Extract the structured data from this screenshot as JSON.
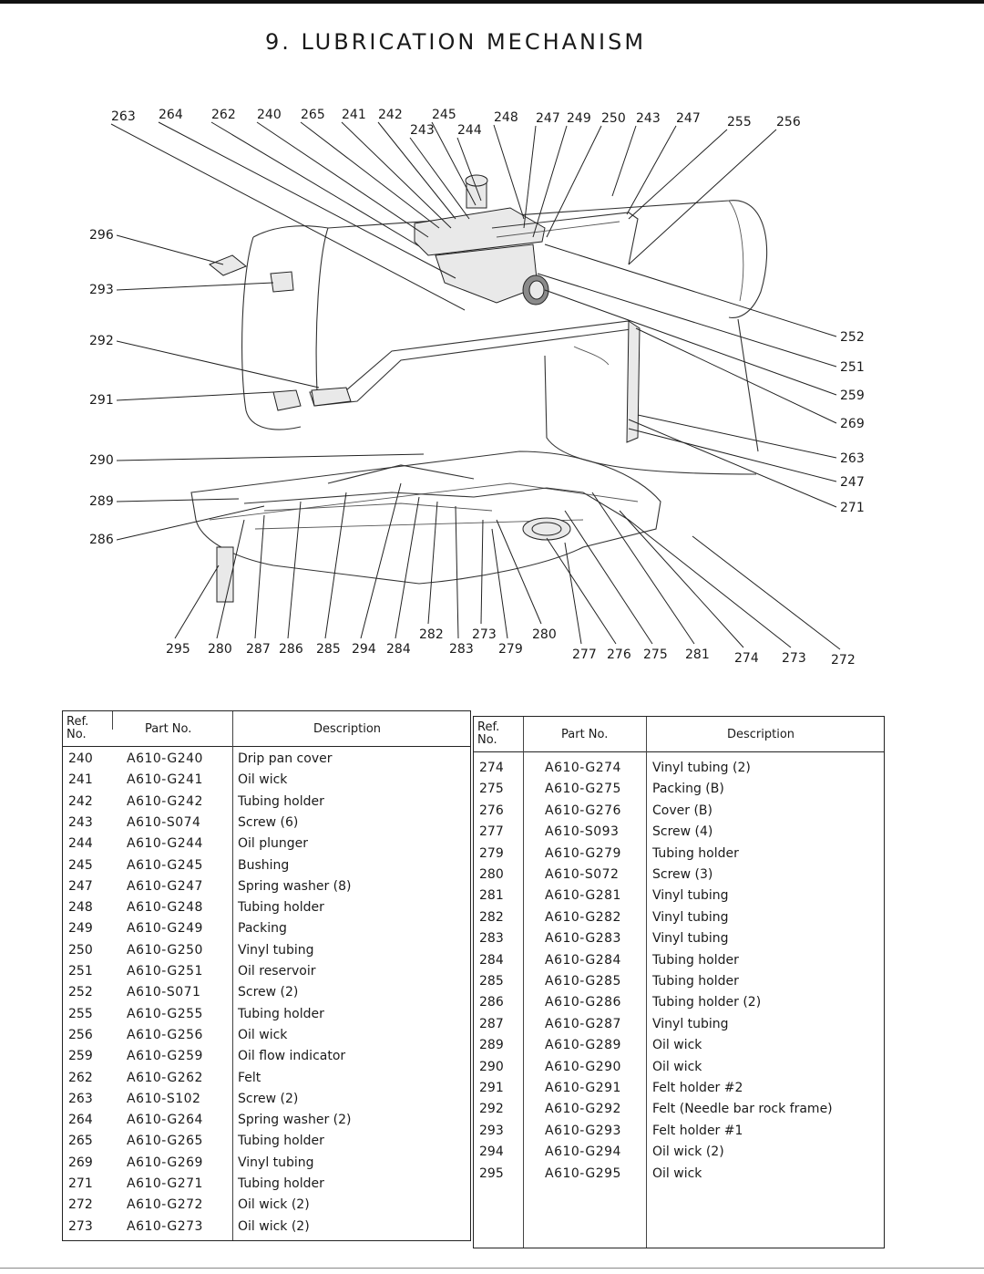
{
  "page": {
    "title": "9. LUBRICATION MECHANISM"
  },
  "diagram": {
    "labels": {
      "top": [
        "263",
        "264",
        "262",
        "240",
        "265",
        "241",
        "242",
        "245",
        "243",
        "244",
        "248",
        "247",
        "249",
        "250",
        "243",
        "247",
        "255",
        "256"
      ],
      "left": [
        "296",
        "293",
        "292",
        "291",
        "290",
        "289",
        "286"
      ],
      "right": [
        "252",
        "251",
        "259",
        "269",
        "263",
        "247",
        "271"
      ],
      "bottom": [
        "295",
        "280",
        "287",
        "286",
        "285",
        "294",
        "284",
        "282",
        "283",
        "273",
        "279",
        "280",
        "277",
        "276",
        "275",
        "281",
        "274",
        "273",
        "272"
      ]
    }
  },
  "table": {
    "headers": {
      "ref": "Ref.",
      "no": "No.",
      "part": "Part No.",
      "desc": "Description"
    },
    "left": [
      {
        "ref": "240",
        "part": "A610-G240",
        "desc": "Drip pan cover"
      },
      {
        "ref": "241",
        "part": "A610-G241",
        "desc": "Oil wick"
      },
      {
        "ref": "242",
        "part": "A610-G242",
        "desc": "Tubing holder"
      },
      {
        "ref": "243",
        "part": "A610-S074",
        "desc": "Screw (6)"
      },
      {
        "ref": "244",
        "part": "A610-G244",
        "desc": "Oil plunger"
      },
      {
        "ref": "245",
        "part": "A610-G245",
        "desc": "Bushing"
      },
      {
        "ref": "247",
        "part": "A610-G247",
        "desc": "Spring washer (8)"
      },
      {
        "ref": "248",
        "part": "A610-G248",
        "desc": "Tubing holder"
      },
      {
        "ref": "249",
        "part": "A610-G249",
        "desc": "Packing"
      },
      {
        "ref": "250",
        "part": "A610-G250",
        "desc": "Vinyl tubing"
      },
      {
        "ref": "251",
        "part": "A610-G251",
        "desc": "Oil reservoir"
      },
      {
        "ref": "252",
        "part": "A610-S071",
        "desc": "Screw (2)"
      },
      {
        "ref": "255",
        "part": "A610-G255",
        "desc": "Tubing holder"
      },
      {
        "ref": "256",
        "part": "A610-G256",
        "desc": "Oil wick"
      },
      {
        "ref": "259",
        "part": "A610-G259",
        "desc": "Oil flow indicator"
      },
      {
        "ref": "262",
        "part": "A610-G262",
        "desc": "Felt"
      },
      {
        "ref": "263",
        "part": "A610-S102",
        "desc": "Screw (2)"
      },
      {
        "ref": "264",
        "part": "A610-G264",
        "desc": "Spring washer (2)"
      },
      {
        "ref": "265",
        "part": "A610-G265",
        "desc": "Tubing holder"
      },
      {
        "ref": "269",
        "part": "A610-G269",
        "desc": "Vinyl tubing"
      },
      {
        "ref": "271",
        "part": "A610-G271",
        "desc": "Tubing holder"
      },
      {
        "ref": "272",
        "part": "A610-G272",
        "desc": "Oil wick (2)"
      },
      {
        "ref": "273",
        "part": "A610-G273",
        "desc": "Oil wick (2)"
      }
    ],
    "right": [
      {
        "ref": "274",
        "part": "A610-G274",
        "desc": "Vinyl tubing (2)"
      },
      {
        "ref": "275",
        "part": "A610-G275",
        "desc": "Packing (B)"
      },
      {
        "ref": "276",
        "part": "A610-G276",
        "desc": "Cover (B)"
      },
      {
        "ref": "277",
        "part": "A610-S093",
        "desc": "Screw (4)"
      },
      {
        "ref": "279",
        "part": "A610-G279",
        "desc": "Tubing holder"
      },
      {
        "ref": "280",
        "part": "A610-S072",
        "desc": "Screw (3)"
      },
      {
        "ref": "281",
        "part": "A610-G281",
        "desc": "Vinyl tubing"
      },
      {
        "ref": "282",
        "part": "A610-G282",
        "desc": "Vinyl tubing"
      },
      {
        "ref": "283",
        "part": "A610-G283",
        "desc": "Vinyl tubing"
      },
      {
        "ref": "284",
        "part": "A610-G284",
        "desc": "Tubing holder"
      },
      {
        "ref": "285",
        "part": "A610-G285",
        "desc": "Tubing holder"
      },
      {
        "ref": "286",
        "part": "A610-G286",
        "desc": "Tubing holder (2)"
      },
      {
        "ref": "287",
        "part": "A610-G287",
        "desc": "Vinyl tubing"
      },
      {
        "ref": "289",
        "part": "A610-G289",
        "desc": "Oil wick"
      },
      {
        "ref": "290",
        "part": "A610-G290",
        "desc": "Oil wick"
      },
      {
        "ref": "291",
        "part": "A610-G291",
        "desc": "Felt holder #2"
      },
      {
        "ref": "292",
        "part": "A610-G292",
        "desc": "Felt (Needle bar rock frame)"
      },
      {
        "ref": "293",
        "part": "A610-G293",
        "desc": "Felt holder #1"
      },
      {
        "ref": "294",
        "part": "A610-G294",
        "desc": "Oil wick (2)"
      },
      {
        "ref": "295",
        "part": "A610-G295",
        "desc": "Oil wick"
      }
    ]
  }
}
